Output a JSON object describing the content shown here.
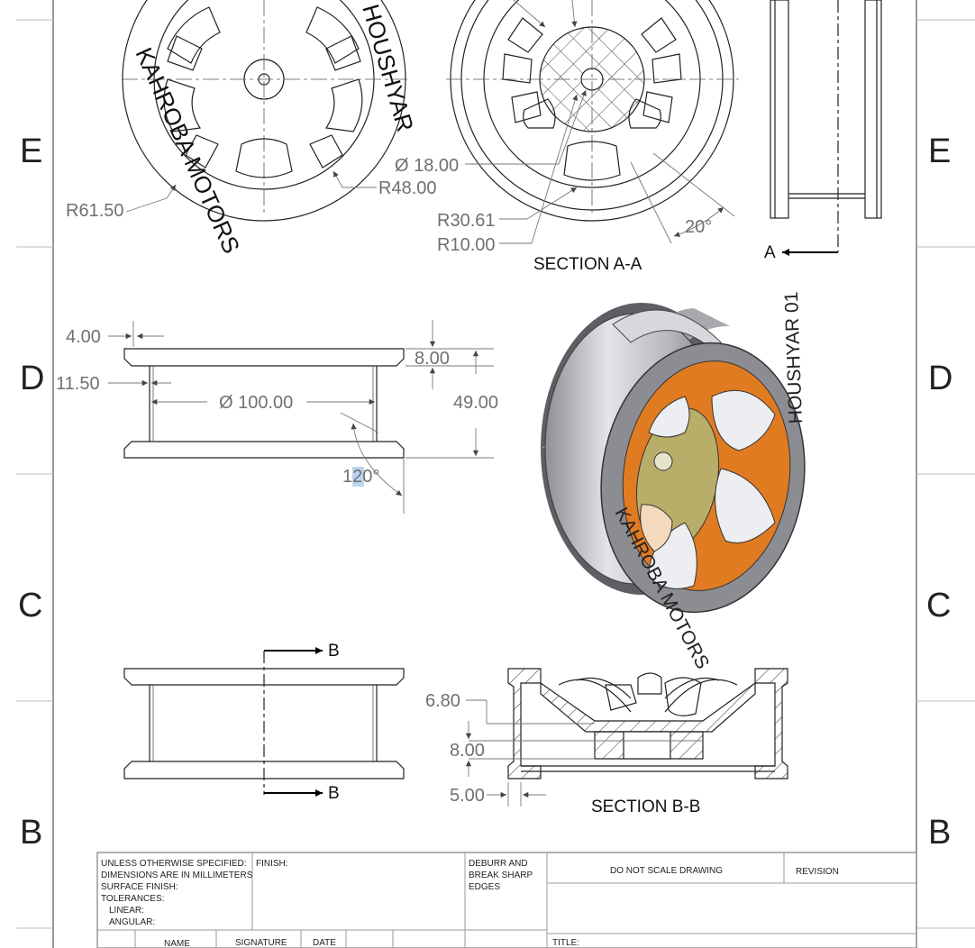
{
  "zones": {
    "left": [
      "E",
      "D",
      "C",
      "B"
    ],
    "right": [
      "E",
      "D",
      "C",
      "B"
    ]
  },
  "top_views": {
    "front_view": {
      "text_rim_right": "HOUSHYAR",
      "text_rim_bottom": "KAHROBA MOTORS",
      "dims": {
        "r_outer": "R61.50",
        "r_inner": "R48.00"
      }
    },
    "section_a": {
      "title": "SECTION A-A",
      "dims": {
        "d_hub": "Ø 18.00",
        "r_mid": "R30.61",
        "r_small": "R10.00",
        "angle": "20°"
      }
    },
    "side_a": {
      "label": "A"
    }
  },
  "side_view": {
    "dims": {
      "flange_w": "4.00",
      "step": "11.50",
      "diameter": "Ø 100.00",
      "lip": "8.00",
      "height": "49.00",
      "angle": "120°",
      "angle_highlight": "2"
    }
  },
  "iso_view": {
    "text_top": "HOUSHYAR 01",
    "text_bottom": "KAHROBA MOTORS",
    "colors": {
      "rim": "#c9cbd0",
      "accent": "#e07b22",
      "hub": "#b9ad6a"
    }
  },
  "lower_view": {
    "cut_label_top": "B",
    "cut_label_bottom": "B"
  },
  "section_b": {
    "title": "SECTION B-B",
    "dims": {
      "d1": "6.80",
      "d2": "8.00",
      "d3": "5.00"
    }
  },
  "title_block": {
    "spec_lines": [
      "UNLESS OTHERWISE SPECIFIED:",
      "DIMENSIONS ARE IN MILLIMETERS",
      "SURFACE FINISH:",
      "TOLERANCES:",
      "   LINEAR:",
      "   ANGULAR:"
    ],
    "finish_label": "FINISH:",
    "deburr_lines": [
      "DEBURR AND",
      "BREAK SHARP",
      "EDGES"
    ],
    "no_scale": "DO NOT SCALE DRAWING",
    "revision": "REVISION",
    "title_label": "TITLE:",
    "columns": [
      "NAME",
      "SIGNATURE",
      "DATE"
    ]
  }
}
